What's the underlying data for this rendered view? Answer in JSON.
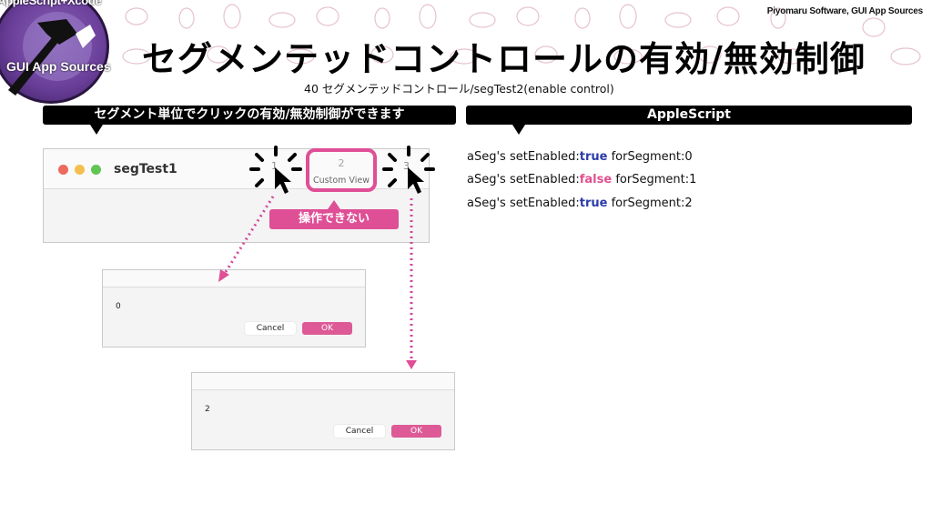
{
  "header": {
    "logo": {
      "top_text": "AppleScript+Xcode",
      "bottom_text": "GUI App Sources"
    },
    "brand": "Piyomaru Software, GUI App Sources",
    "title": "セグメンテッドコントロールの有効/無効制御",
    "subtitle": "40 セグメンテッドコントロール/segTest2(enable control)"
  },
  "callouts": {
    "left": "セグメント単位でクリックの有効/無効制御ができます",
    "right": "AppleScript"
  },
  "code": {
    "lines": [
      {
        "prefix": "aSeg's setEnabled:",
        "value": "true",
        "suffix": " forSegment:0"
      },
      {
        "prefix": "aSeg's setEnabled:",
        "value": "false",
        "suffix": " forSegment:1"
      },
      {
        "prefix": "aSeg's setEnabled:",
        "value": "true",
        "suffix": " forSegment:2"
      }
    ]
  },
  "window": {
    "title": "segTest1",
    "traffic_lights": {
      "close": "#ec6a5e",
      "minimize": "#f4bf4f",
      "zoom": "#61c554"
    },
    "segments": [
      {
        "label": "1",
        "enabled": true
      },
      {
        "label": "2",
        "sublabel": "Custom View",
        "enabled": false
      },
      {
        "label": "3",
        "enabled": true
      }
    ],
    "disabled_note": "操作できない"
  },
  "dialogs": [
    {
      "value": "0",
      "cancel": "Cancel",
      "ok": "OK"
    },
    {
      "value": "2",
      "cancel": "Cancel",
      "ok": "OK"
    }
  ],
  "colors": {
    "accent_pink": "#df4f96",
    "true_blue": "#2b3ca8",
    "logo_purple": "#6a3f9a"
  }
}
